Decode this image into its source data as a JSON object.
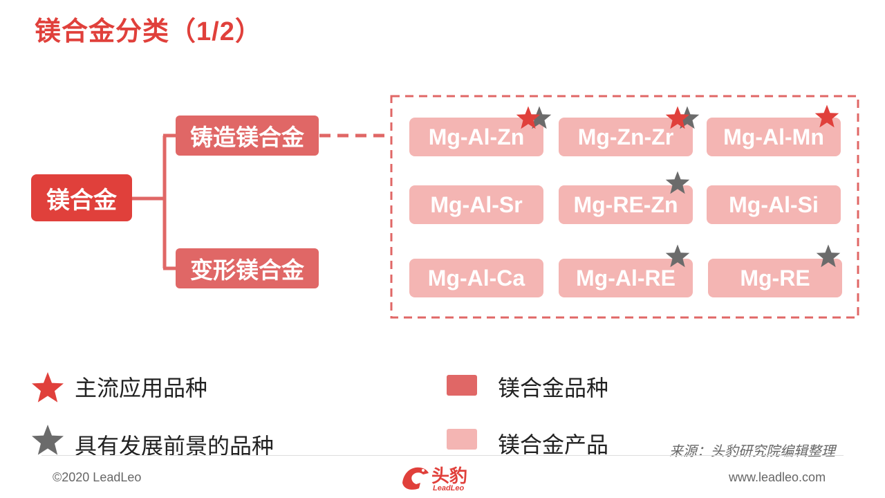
{
  "title": "镁合金分类（1/2）",
  "diagram": {
    "root": "镁合金",
    "cast": "铸造镁合金",
    "wrought": "变形镁合金",
    "products": [
      {
        "label": "Mg-Al-Zn",
        "stars": [
          "red",
          "gray"
        ]
      },
      {
        "label": "Mg-Zn-Zr",
        "stars": [
          "red",
          "gray"
        ]
      },
      {
        "label": "Mg-Al-Mn",
        "stars": [
          "red"
        ]
      },
      {
        "label": "Mg-Al-Sr",
        "stars": []
      },
      {
        "label": "Mg-RE-Zn",
        "stars": [
          "gray"
        ]
      },
      {
        "label": "Mg-Al-Si",
        "stars": []
      },
      {
        "label": "Mg-Al-Ca",
        "stars": []
      },
      {
        "label": "Mg-Al-RE",
        "stars": [
          "gray"
        ]
      },
      {
        "label": "Mg-RE",
        "stars": [
          "gray"
        ]
      }
    ]
  },
  "legend": {
    "mainstream": "主流应用品种",
    "promising": "具有发展前景的品种",
    "variety": "镁合金品种",
    "product": "镁合金产品"
  },
  "colors": {
    "accent": "#e0403b",
    "variety_box": "#e06766",
    "product_box": "#f4b5b3",
    "gray_star": "#6b6b6b"
  },
  "source": "来源：头豹研究院编辑整理",
  "footer": {
    "copyright": "©2020 LeadLeo",
    "logo_text": "头豹",
    "logo_sub": "LeadLeo",
    "website": "www.leadleo.com"
  }
}
